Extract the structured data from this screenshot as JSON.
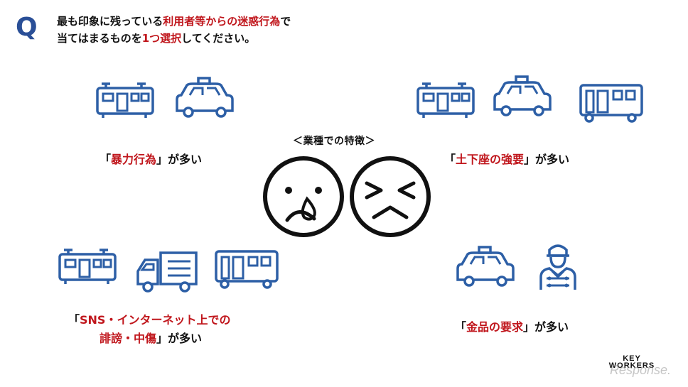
{
  "question": {
    "mark": "Q",
    "line1_pre": "最も印象に残っている",
    "line1_highlight": "利用者等からの迷惑行為",
    "line1_post": "で",
    "line2_pre": "当てはまるものを",
    "line2_highlight": "1つ選択",
    "line2_post": "してください。"
  },
  "center_label": "＜業種での特徴＞",
  "groups": [
    {
      "open": "「",
      "highlight": "暴力行為",
      "close": "」",
      "suffix": "が多い",
      "icons": [
        "train-icon",
        "taxi-icon"
      ]
    },
    {
      "open": "「",
      "highlight": "土下座の強要",
      "close": "」",
      "suffix": "が多い",
      "icons": [
        "train-icon",
        "taxi-icon",
        "bus-icon"
      ]
    },
    {
      "open": "「",
      "highlight_line1": "SNS・インターネット上での",
      "highlight_line2": "誹謗・中傷",
      "close": "」",
      "suffix": "が多い",
      "icons": [
        "train-icon",
        "truck-icon",
        "bus-icon"
      ]
    },
    {
      "open": "「",
      "highlight": "金品の要求",
      "close": "」",
      "suffix": "が多い",
      "icons": [
        "taxi-icon",
        "staff-icon"
      ]
    }
  ],
  "faces": [
    "crying-face-icon",
    "squinting-face-icon"
  ],
  "logo": {
    "line1": "KEY",
    "line2": "WORKERS",
    "watermark": "Response."
  },
  "colors": {
    "accent_red": "#c0161c",
    "icon_blue": "#2d5fa6",
    "q_blue": "#2a4f97"
  }
}
